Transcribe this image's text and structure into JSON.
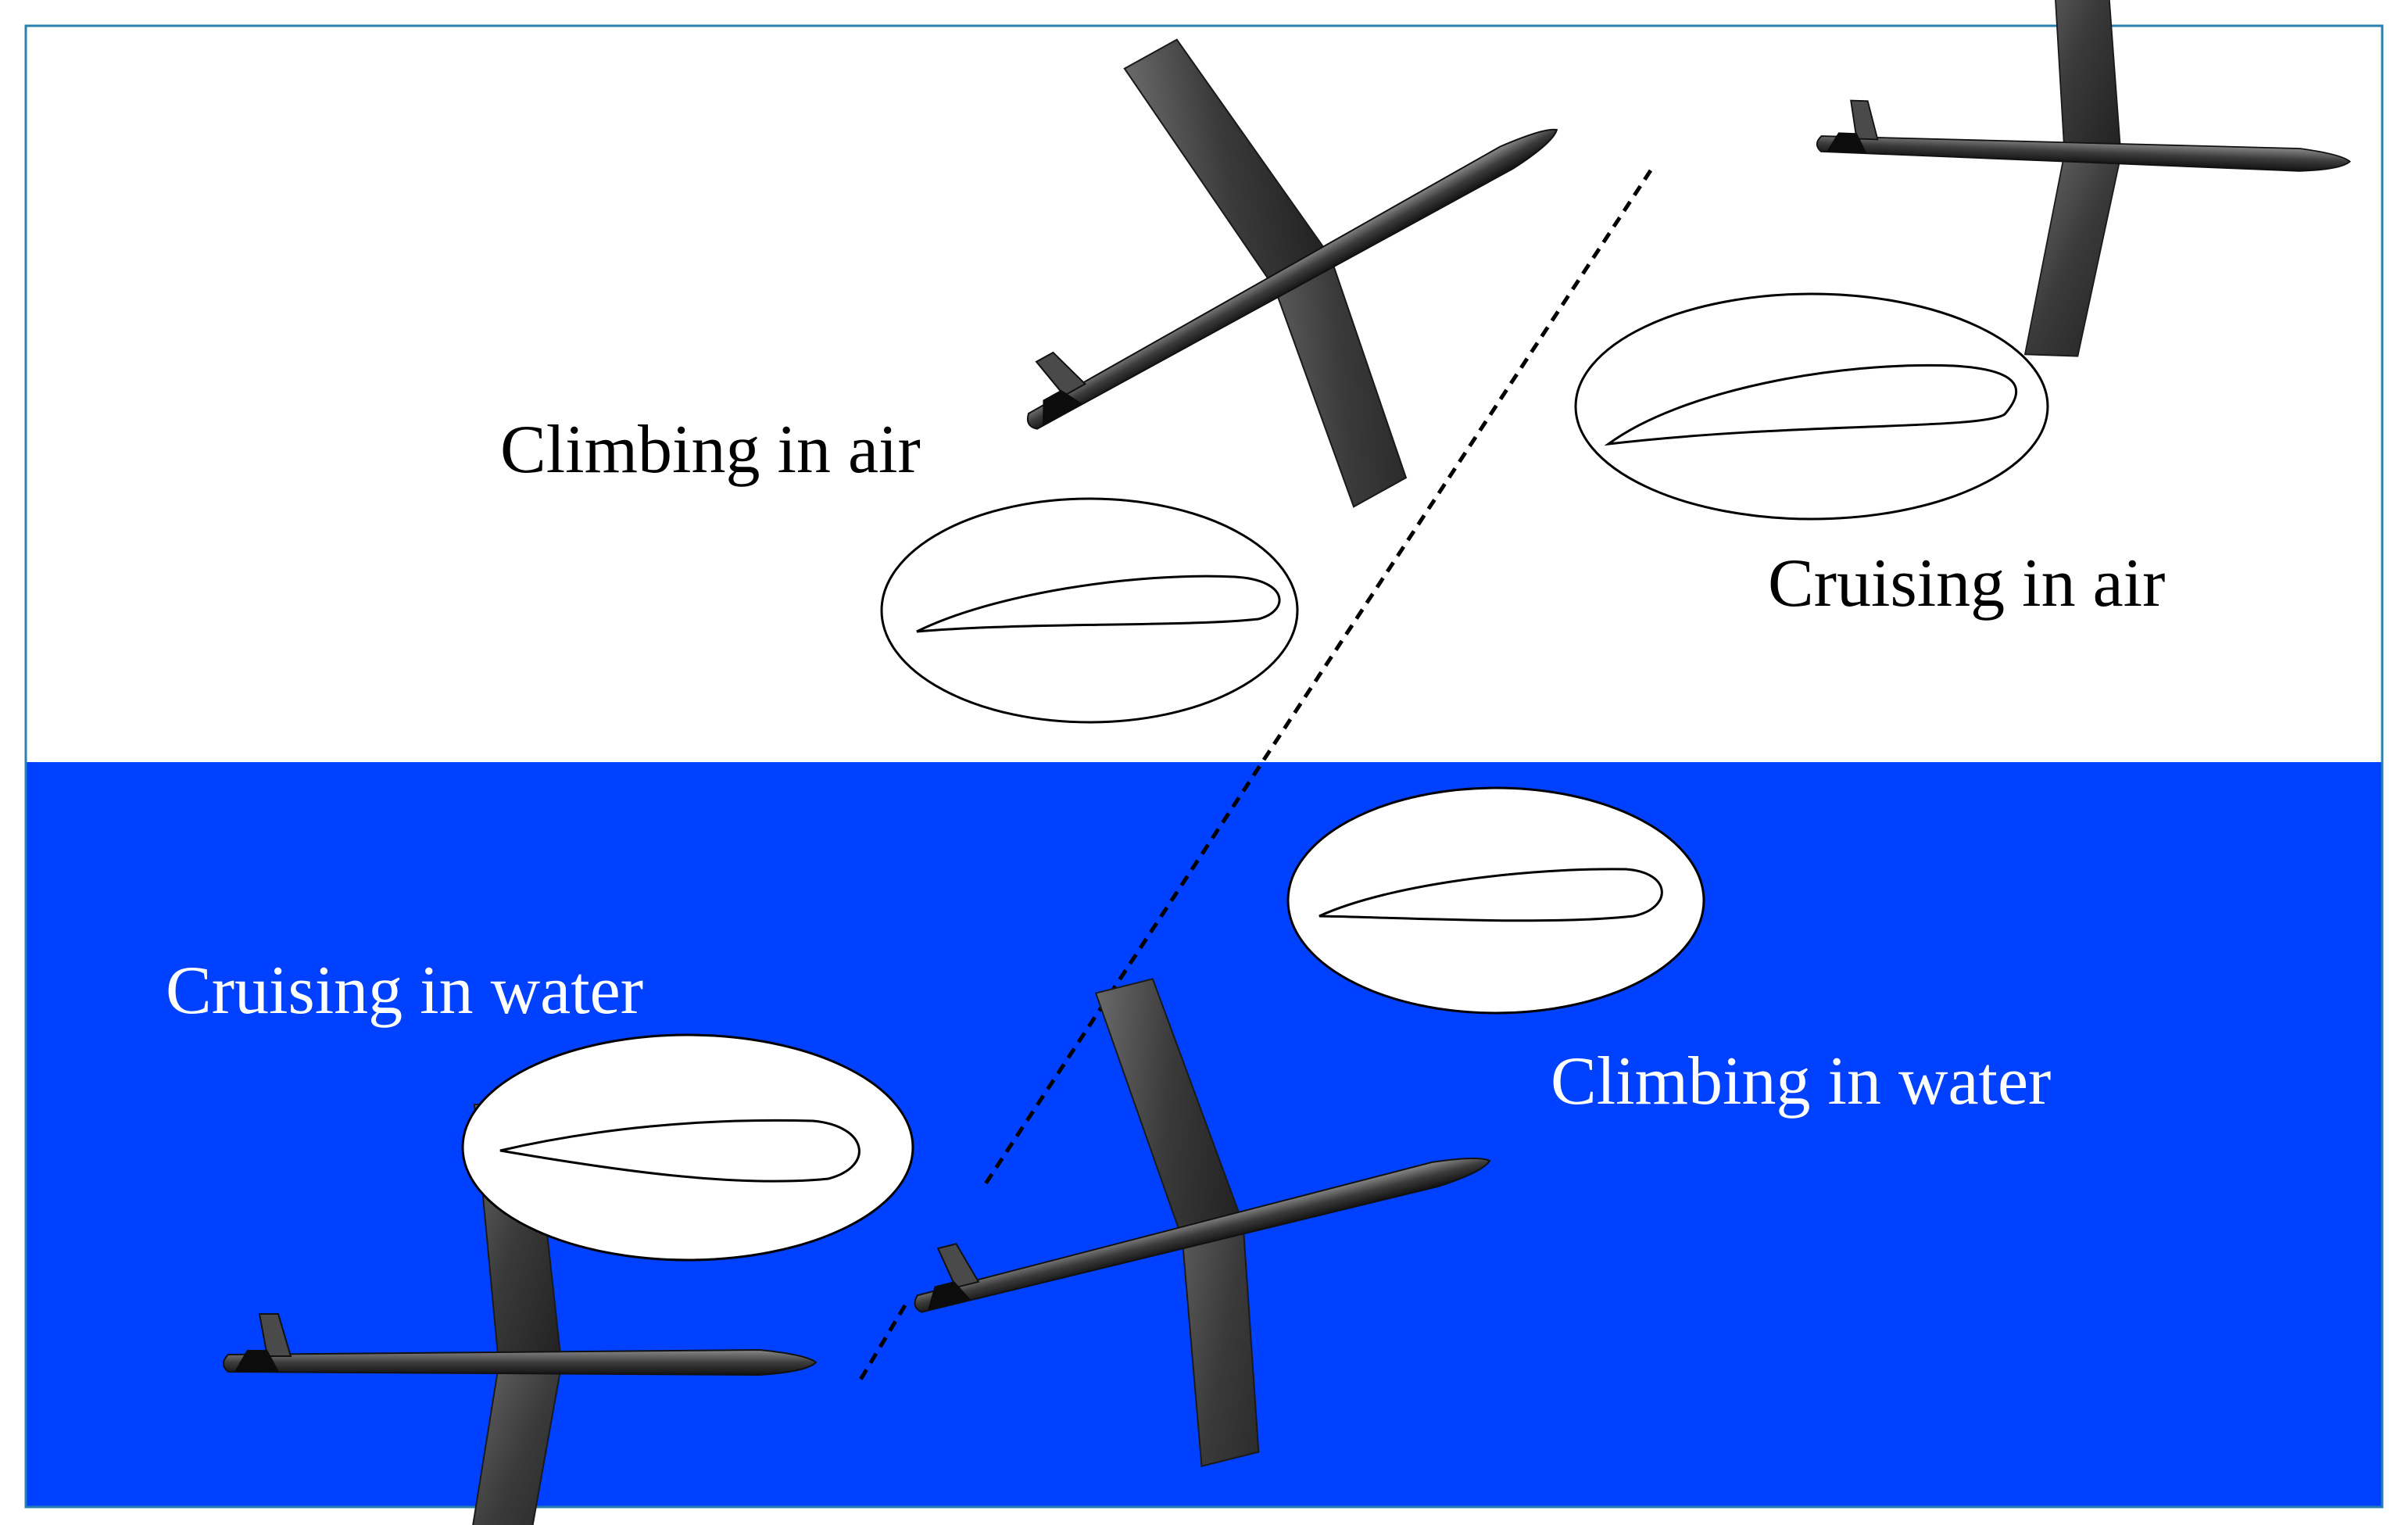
{
  "colors": {
    "air": "#ffffff",
    "water": "#0041ff",
    "frame": "#2b7fb0",
    "aircraft": "#3d3d3d",
    "aircraft_dark": "#111111",
    "divider": "#000000"
  },
  "labels": {
    "climbing_air": "Climbing in air",
    "cruising_air": "Cruising in air",
    "cruising_water": "Cruising in water",
    "climbing_water": "Climbing in water"
  },
  "icons": {
    "aircraft": "glider-aircraft-icon",
    "airfoil": "airfoil-profile-icon"
  }
}
